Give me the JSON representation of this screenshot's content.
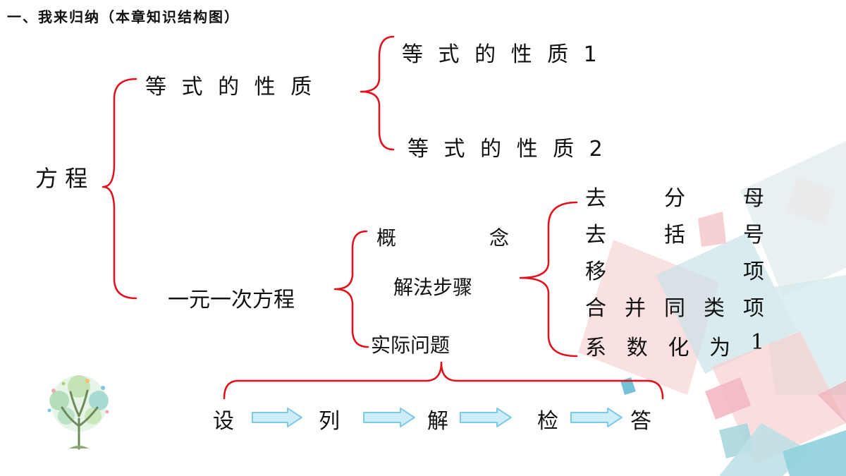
{
  "heading": "一、我来归纳（本章知识结构图）",
  "root": "方 程",
  "branch_equality": {
    "label": "等 式 的 性 质",
    "children": [
      "等 式 的 性 质 1",
      "等 式 的 性 质 2"
    ]
  },
  "branch_linear": {
    "label": "一元一次方程",
    "concept": {
      "left": "概",
      "right": "念"
    },
    "method": "解法步骤",
    "application": "实际问题",
    "steps": [
      {
        "chars": [
          "去",
          "分",
          "母"
        ]
      },
      {
        "chars": [
          "去",
          "括",
          "号"
        ]
      },
      {
        "chars": [
          "移",
          "项"
        ]
      },
      {
        "chars": [
          "合",
          "并",
          "同",
          "类",
          "项"
        ]
      },
      {
        "chars": [
          "系",
          "数",
          "化",
          "为",
          "1"
        ]
      }
    ]
  },
  "problem_flow": [
    "设",
    "列",
    "解",
    "检",
    "答"
  ],
  "colors": {
    "bracket": "#e3101c",
    "arrow_fill": "#cdeef8",
    "arrow_stroke": "#7fc9e6"
  },
  "icons": {
    "logo": "tree-icon"
  }
}
